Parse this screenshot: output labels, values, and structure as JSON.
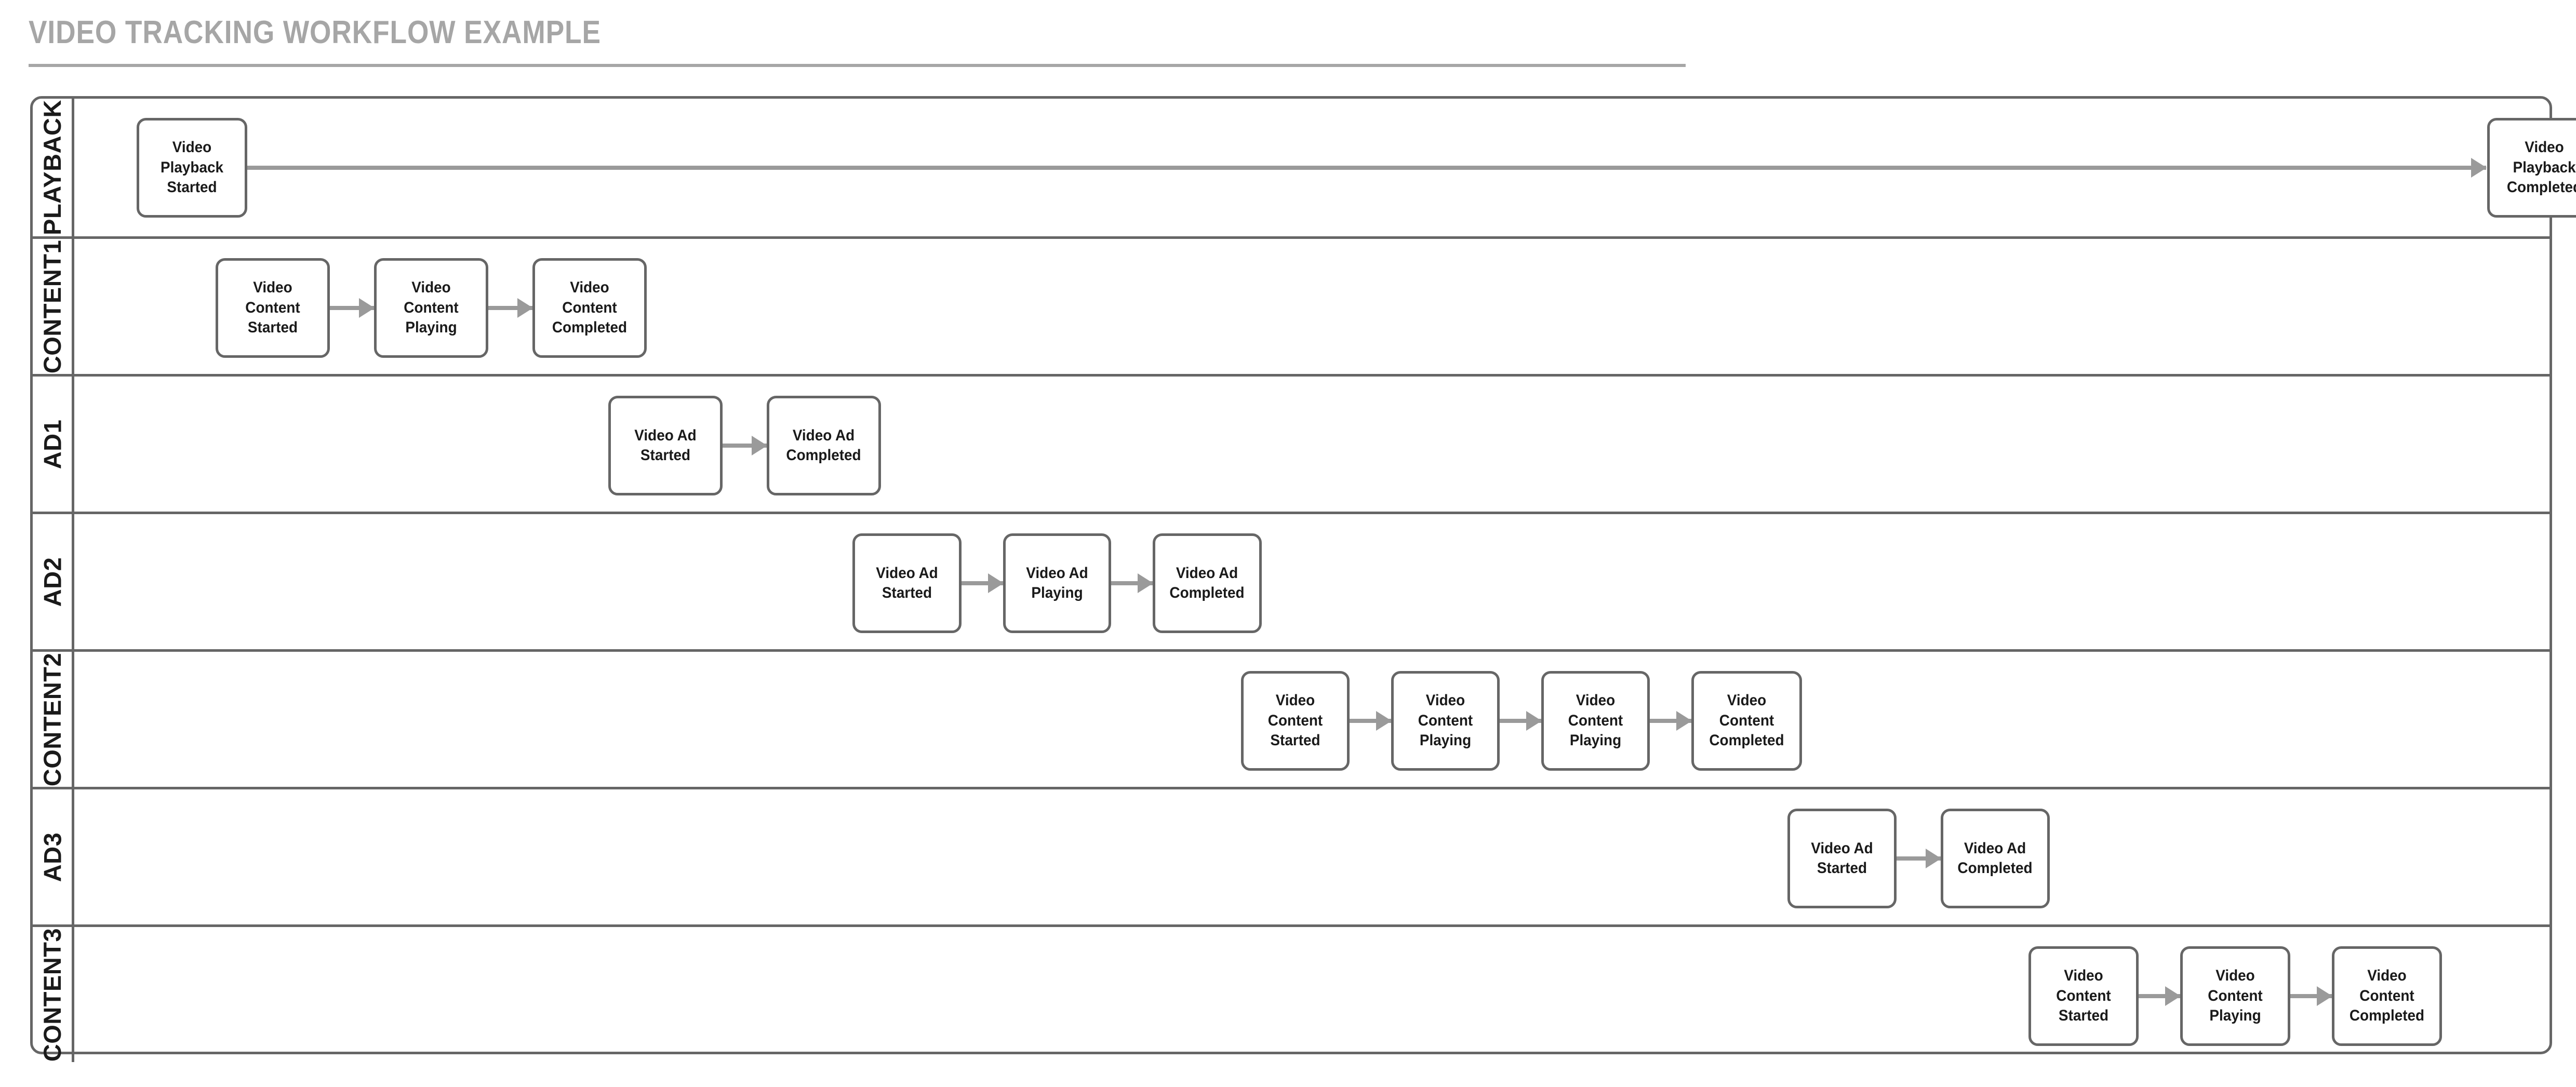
{
  "title": "VIDEO TRACKING WORKFLOW EXAMPLE",
  "diagram": {
    "type": "swimlane-flowchart",
    "lanes": [
      {
        "id": "playback",
        "label": "PLAYBACK",
        "nodes": [
          {
            "label": "Video Playback Started",
            "line1": "Video Playback",
            "line2": "Started"
          },
          {
            "label": "Video Playback Completed",
            "line1": "Video Playback",
            "line2": "Completed"
          }
        ],
        "connections": [
          {
            "from": "Video Playback Started",
            "to": "Video Playback Completed"
          }
        ]
      },
      {
        "id": "content1",
        "label": "CONTENT1",
        "nodes": [
          {
            "label": "Video Content Started",
            "line1": "Video Content",
            "line2": "Started"
          },
          {
            "label": "Video Content Playing",
            "line1": "Video Content",
            "line2": "Playing"
          },
          {
            "label": "Video Content Completed",
            "line1": "Video Content",
            "line2": "Completed"
          }
        ],
        "connections": [
          {
            "from": "Video Content Started",
            "to": "Video Content Playing"
          },
          {
            "from": "Video Content Playing",
            "to": "Video Content Completed"
          }
        ]
      },
      {
        "id": "ad1",
        "label": "AD1",
        "nodes": [
          {
            "label": "Video Ad Started",
            "line1": "Video Ad Started",
            "line2": ""
          },
          {
            "label": "Video Ad Completed",
            "line1": "Video Ad",
            "line2": "Completed"
          }
        ],
        "connections": [
          {
            "from": "Video Ad Started",
            "to": "Video Ad Completed"
          }
        ]
      },
      {
        "id": "ad2",
        "label": "AD2",
        "nodes": [
          {
            "label": "Video Ad Started",
            "line1": "Video Ad Started",
            "line2": ""
          },
          {
            "label": "Video Ad Playing",
            "line1": "Video Ad Playing",
            "line2": ""
          },
          {
            "label": "Video Ad Completed",
            "line1": "Video Ad",
            "line2": "Completed"
          }
        ],
        "connections": [
          {
            "from": "Video Ad Started",
            "to": "Video Ad Playing"
          },
          {
            "from": "Video Ad Playing",
            "to": "Video Ad Completed"
          }
        ]
      },
      {
        "id": "content2",
        "label": "CONTENT2",
        "nodes": [
          {
            "label": "Video Content Started",
            "line1": "Video Content",
            "line2": "Started"
          },
          {
            "label": "Video Content Playing",
            "line1": "Video Content",
            "line2": "Playing"
          },
          {
            "label": "Video Content Playing",
            "line1": "Video Content",
            "line2": "Playing"
          },
          {
            "label": "Video Content Completed",
            "line1": "Video Content",
            "line2": "Completed"
          }
        ],
        "connections": [
          {
            "from": "Video Content Started",
            "to": "Video Content Playing"
          },
          {
            "from": "Video Content Playing",
            "to": "Video Content Playing"
          },
          {
            "from": "Video Content Playing",
            "to": "Video Content Completed"
          }
        ]
      },
      {
        "id": "ad3",
        "label": "AD3",
        "nodes": [
          {
            "label": "Video Ad Started",
            "line1": "Video Ad Started",
            "line2": ""
          },
          {
            "label": "Video Ad Completed",
            "line1": "Video Ad",
            "line2": "Completed"
          }
        ],
        "connections": [
          {
            "from": "Video Ad Started",
            "to": "Video Ad Completed"
          }
        ]
      },
      {
        "id": "content3",
        "label": "CONTENT3",
        "nodes": [
          {
            "label": "Video Content Started",
            "line1": "Video Content",
            "line2": "Started"
          },
          {
            "label": "Video Content Playing",
            "line1": "Video Content",
            "line2": "Playing"
          },
          {
            "label": "Video Content Completed",
            "line1": "Video Content",
            "line2": "Completed"
          }
        ],
        "connections": [
          {
            "from": "Video Content Started",
            "to": "Video Content Playing"
          },
          {
            "from": "Video Content Playing",
            "to": "Video Content Completed"
          }
        ]
      }
    ]
  },
  "colors": {
    "title_gray": "#a6a6a6",
    "border_gray": "#666666",
    "connector_gray": "#9a9a9a",
    "text_dark": "#1a1a1a",
    "background": "#ffffff"
  }
}
